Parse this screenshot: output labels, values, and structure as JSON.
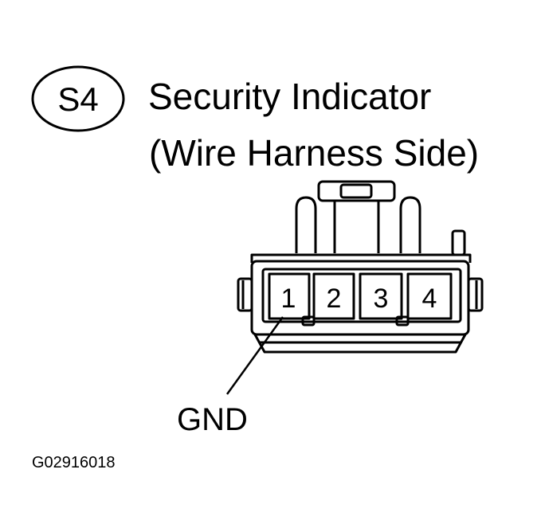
{
  "connector": {
    "code": "S4",
    "name": "Security Indicator",
    "side": "(Wire Harness Side)"
  },
  "pins": [
    {
      "number": "1"
    },
    {
      "number": "2"
    },
    {
      "number": "3"
    },
    {
      "number": "4"
    }
  ],
  "callout": {
    "label": "GND"
  },
  "figure_id": "G02916018",
  "colors": {
    "ink": "#000000",
    "paper": "#ffffff"
  }
}
